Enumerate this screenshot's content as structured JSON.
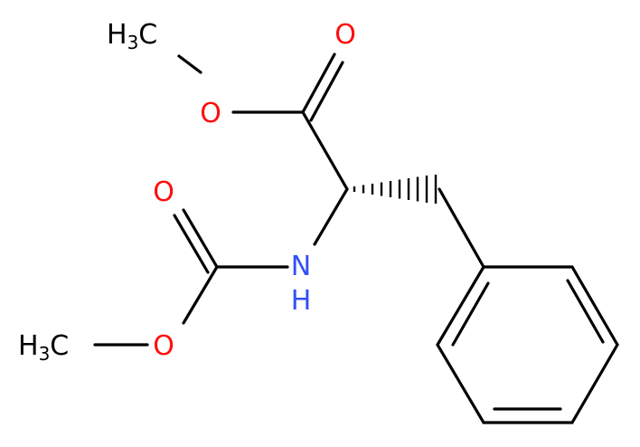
{
  "colors": {
    "bond": "#000000",
    "carbon_label": "#000000",
    "oxygen": "#ff0d0d",
    "nitrogen": "#3050f8",
    "background": "#ffffff"
  },
  "labels": {
    "methyl_top": {
      "main": "H",
      "sub": "3",
      "tail": "C"
    },
    "ester_o_single": "O",
    "ester_o_double": "O",
    "carbamate_o_double": "O",
    "nitrogen_n": "N",
    "nitrogen_h": "H",
    "methyl_bottom": {
      "main": "H",
      "sub": "3",
      "tail": "C"
    },
    "carbamate_o_single": "O"
  }
}
